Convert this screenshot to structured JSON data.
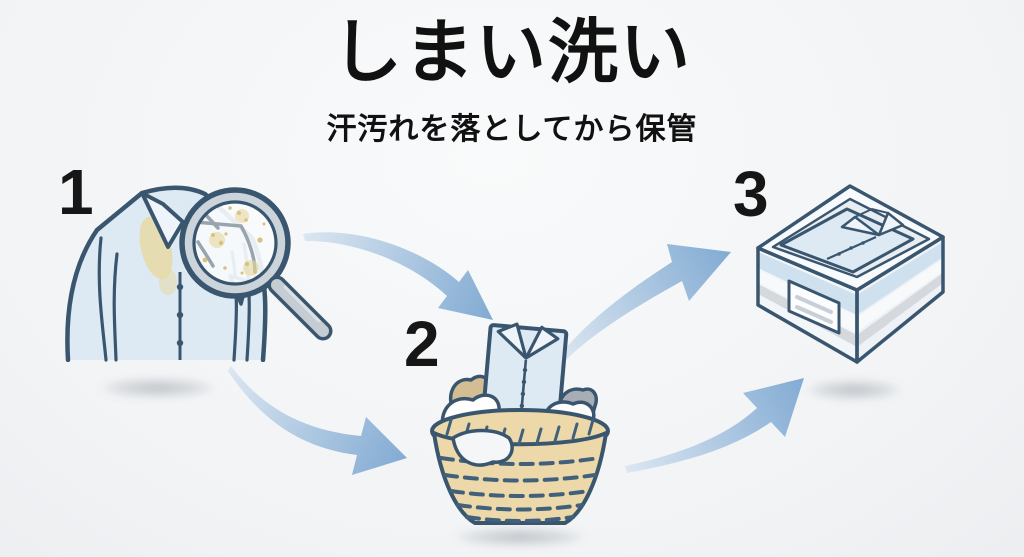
{
  "title": "しまい洗い",
  "subtitle": "汗汚れを落としてから保管",
  "steps": [
    {
      "number": "1",
      "name": "check-sweat-stains",
      "icon": "stained-shirt-magnifier-icon"
    },
    {
      "number": "2",
      "name": "collect-laundry",
      "icon": "laundry-basket-icon"
    },
    {
      "number": "3",
      "name": "store-clean-clothes",
      "icon": "storage-box-icon"
    }
  ],
  "flow": [
    {
      "from": "1",
      "to": "2"
    },
    {
      "from": "2",
      "to": "3"
    }
  ],
  "colors": {
    "text": "#111111",
    "arrow_tail": "#dbe6f1",
    "arrow_head": "#82abd3",
    "outline": "#3a566f",
    "shirt_fill": "#dde9f3",
    "collar_fill": "#eef4f9",
    "stain": "#e8d9a5",
    "basket_fill": "#ecd8a8",
    "metal_gray": "#c5ccd2",
    "background": "#f1f3f5"
  }
}
